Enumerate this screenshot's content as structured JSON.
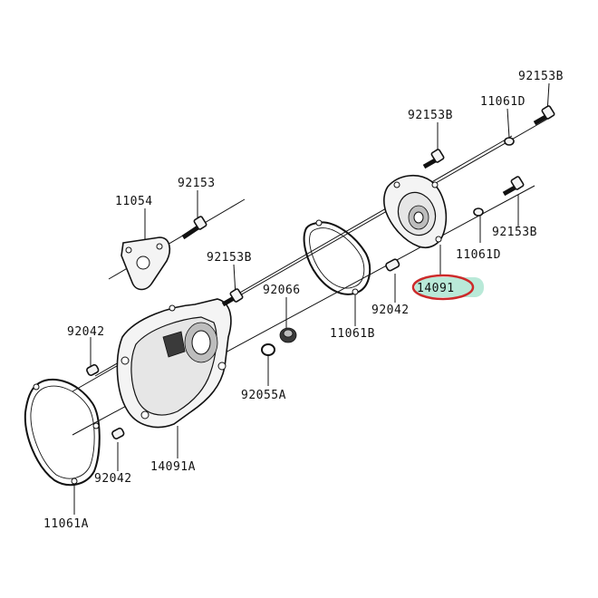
{
  "diagram": {
    "labels": {
      "l_92153B_top": "92153B",
      "l_11061D_top": "11061D",
      "l_92153B_mid": "92153B",
      "l_92153": "92153",
      "l_11054": "11054",
      "l_92153B_right": "92153B",
      "l_11061D_right": "11061D",
      "l_92153B_left": "92153B",
      "l_92066": "92066",
      "l_14091": "14091",
      "l_92042_right": "92042",
      "l_92042_left": "92042",
      "l_11061B": "11061B",
      "l_92055A": "92055A",
      "l_14091A": "14091A",
      "l_92042_bottom": "92042",
      "l_11061A": "11061A"
    },
    "colors": {
      "highlight_ring": "#cc2a2a",
      "highlight_glow": "#9be0c8",
      "ink": "#111111"
    }
  }
}
